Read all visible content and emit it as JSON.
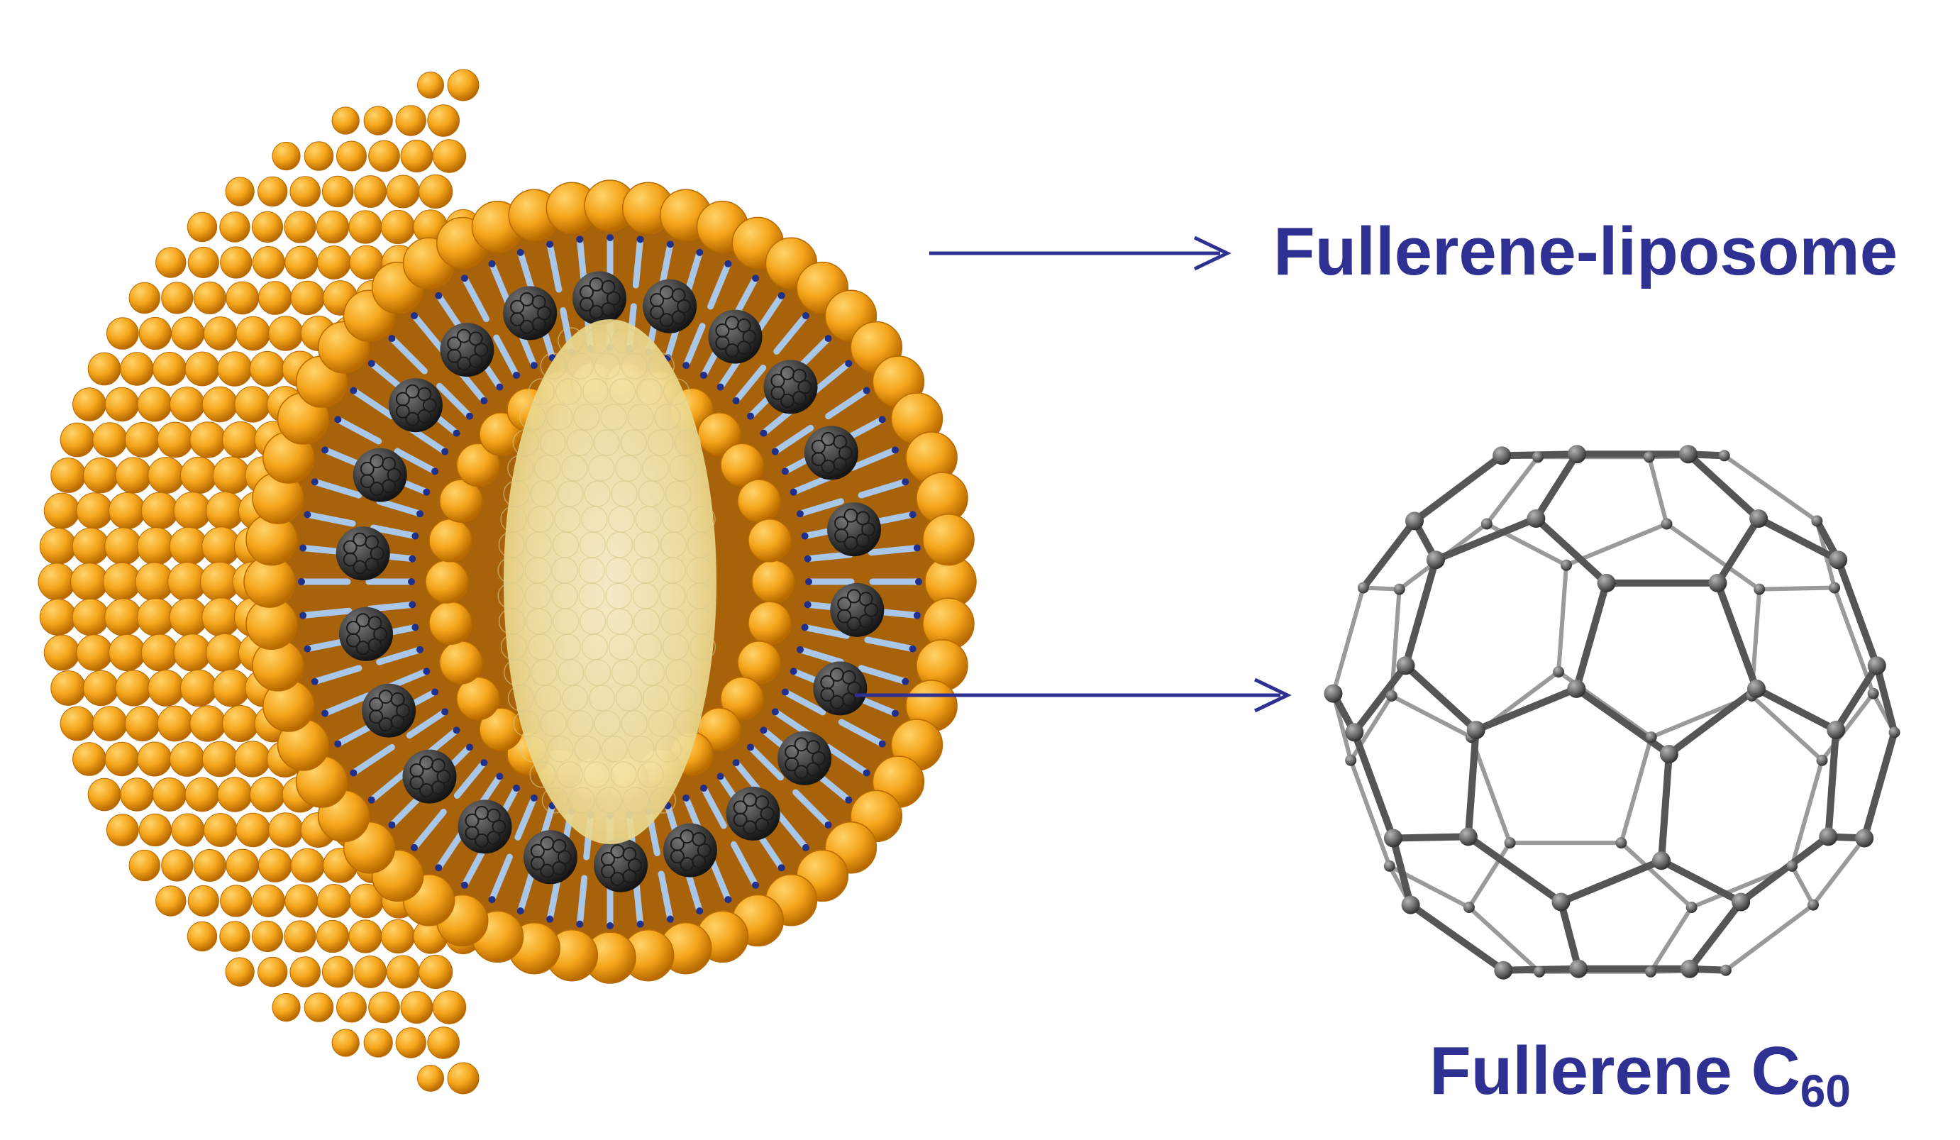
{
  "labels": {
    "liposome": "Fullerene-liposome",
    "c60_main": "Fullerene C",
    "c60_sub": "60"
  },
  "colors": {
    "label_text": "#2e3192",
    "arrow": "#2e3192",
    "lipid_head": "#f5a51b",
    "lipid_head_dark": "#b86a00",
    "membrane_core": "#a8620a",
    "lipid_tail": "#a9c7e8",
    "tail_joint": "#1f2f8a",
    "fullerene_particle": "#3c3c3c",
    "core_fill": "#f4ecc0",
    "c60_bond": "#555555",
    "c60_atom": "#6a6a6a"
  },
  "icons": {
    "liposome": "liposome-cross-section-icon",
    "c60": "buckminsterfullerene-molecule-icon",
    "arrow": "arrow-right-icon"
  }
}
